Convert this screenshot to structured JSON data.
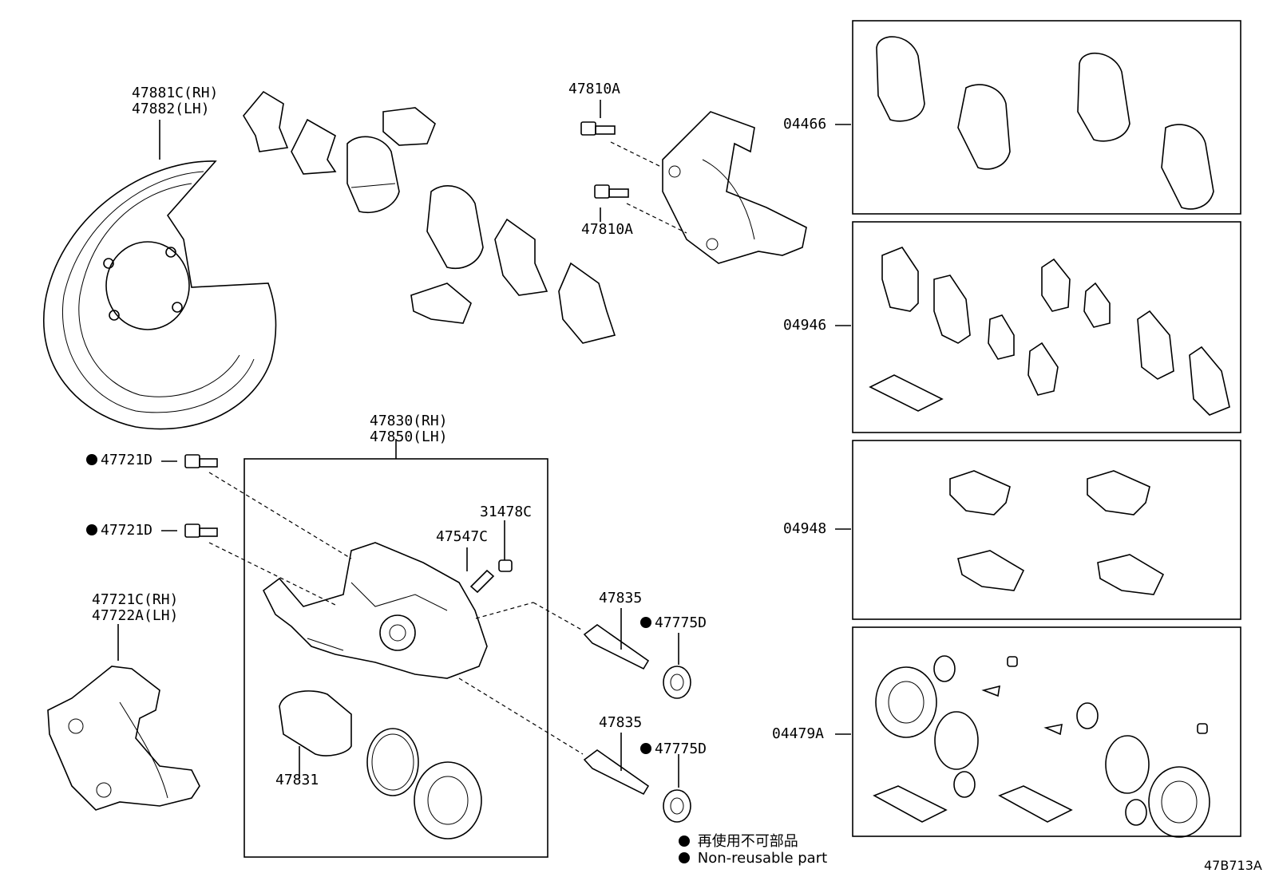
{
  "diagram_code": "47B713A",
  "parts": {
    "shield": [
      "47881C(RH)",
      "47882(LH)"
    ],
    "bolt_upper": "47810A",
    "bolt_lower": "47810A",
    "caliper": [
      "47830(RH)",
      "47850(LH)"
    ],
    "bolt_721d_a": "47721D",
    "bolt_721d_b": "47721D",
    "mounting": [
      "47721C(RH)",
      "47722A(LH)"
    ],
    "cap": "31478C",
    "bleeder": "47547C",
    "pin_upper": "47835",
    "pin_lower": "47835",
    "boot_upper": "47775D",
    "boot_lower": "47775D",
    "piston": "47831",
    "kit_pads": "04466",
    "kit_shims": "04946",
    "kit_clips": "04948",
    "kit_seal": "04479A"
  },
  "legend": {
    "jp": "再使用不可部品",
    "en": "Non-reusable part"
  }
}
